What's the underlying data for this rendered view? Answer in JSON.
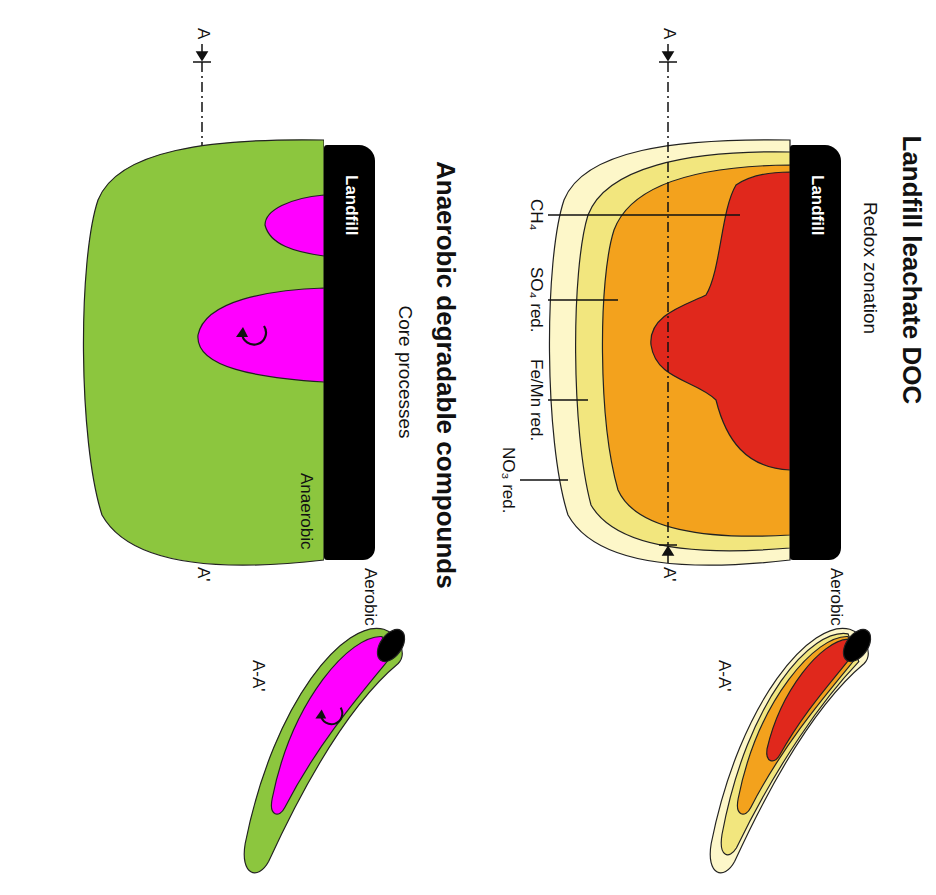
{
  "diagram": {
    "nodes": [
      {
        "text": [
          "Landfill"
        ]
      },
      {
        "text": [
          "Landfill"
        ]
      },
      {
        "text": [
          "Anaerobic"
        ]
      }
    ],
    "labels": [
      "Landfill leachate DOC",
      "Redox zonation",
      "Aerobic",
      "A",
      "A'",
      "CH₄",
      "SO₄ red.",
      "Fe/Mn red.",
      "NO₃ red.",
      "A-A'",
      "Anaerobic degradable compounds",
      "Core processes",
      "Aerobic",
      "A",
      "A'",
      "A-A'"
    ]
  }
}
